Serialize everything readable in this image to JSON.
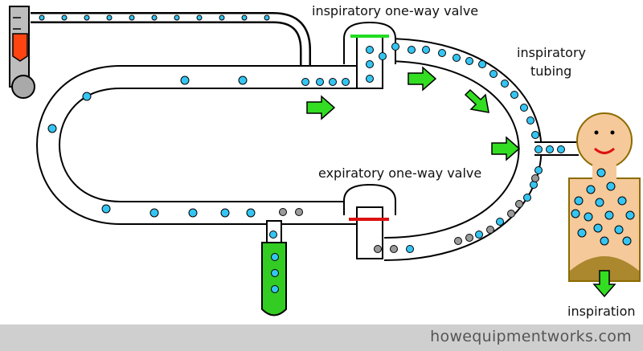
{
  "labels": {
    "inspiratory_valve": "inspiratory one-way valve",
    "inspiratory_tubing_line1": "inspiratory",
    "inspiratory_tubing_line2": "tubing",
    "expiratory_valve": "expiratory one-way valve",
    "inspiration": "inspiration"
  },
  "footer": {
    "site": "howequipmentworks.com"
  },
  "colors": {
    "fresh_gas_bubble": "#35c5f3",
    "exhaled_gas_bubble": "#9a9a9a",
    "flow_arrow": "#33dd22",
    "open_valve": "#22dd22",
    "closed_valve": "#dd1111",
    "patient_skin": "#f5c99a",
    "bag": "#33cc22",
    "flowmeter_float": "#ff4411"
  },
  "icons": [
    "flowmeter-icon",
    "reservoir-bag-icon",
    "patient-icon",
    "flow-arrow-icon"
  ]
}
